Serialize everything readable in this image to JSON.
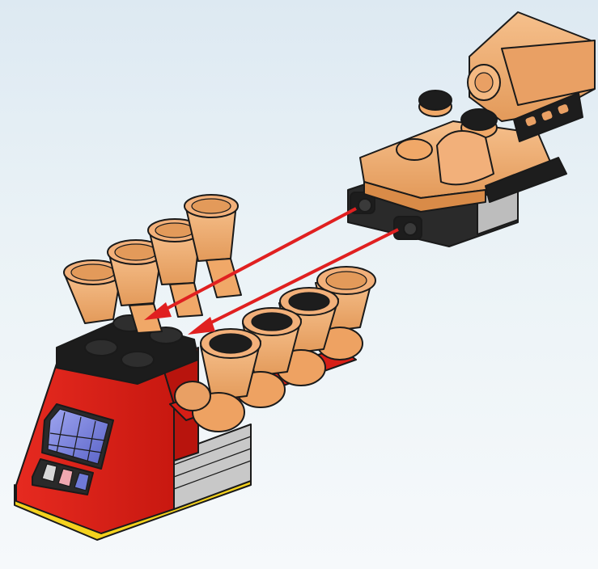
{
  "diagram": {
    "kind": "assembly-instruction",
    "parts": [
      {
        "name": "engine-top-assembly",
        "color": "#f0a868"
      },
      {
        "name": "red-engine-base",
        "color": "#e8231b"
      },
      {
        "name": "exhaust-pipes-left-bank",
        "color": "#f0a868"
      },
      {
        "name": "exhaust-pipes-right-bank",
        "color": "#f0a868"
      },
      {
        "name": "yellow-base-plate",
        "color": "#f4d21e"
      },
      {
        "name": "black-top-plate",
        "color": "#1c1c1c"
      }
    ],
    "arrows": {
      "count": 2,
      "color": "#e02020"
    }
  }
}
